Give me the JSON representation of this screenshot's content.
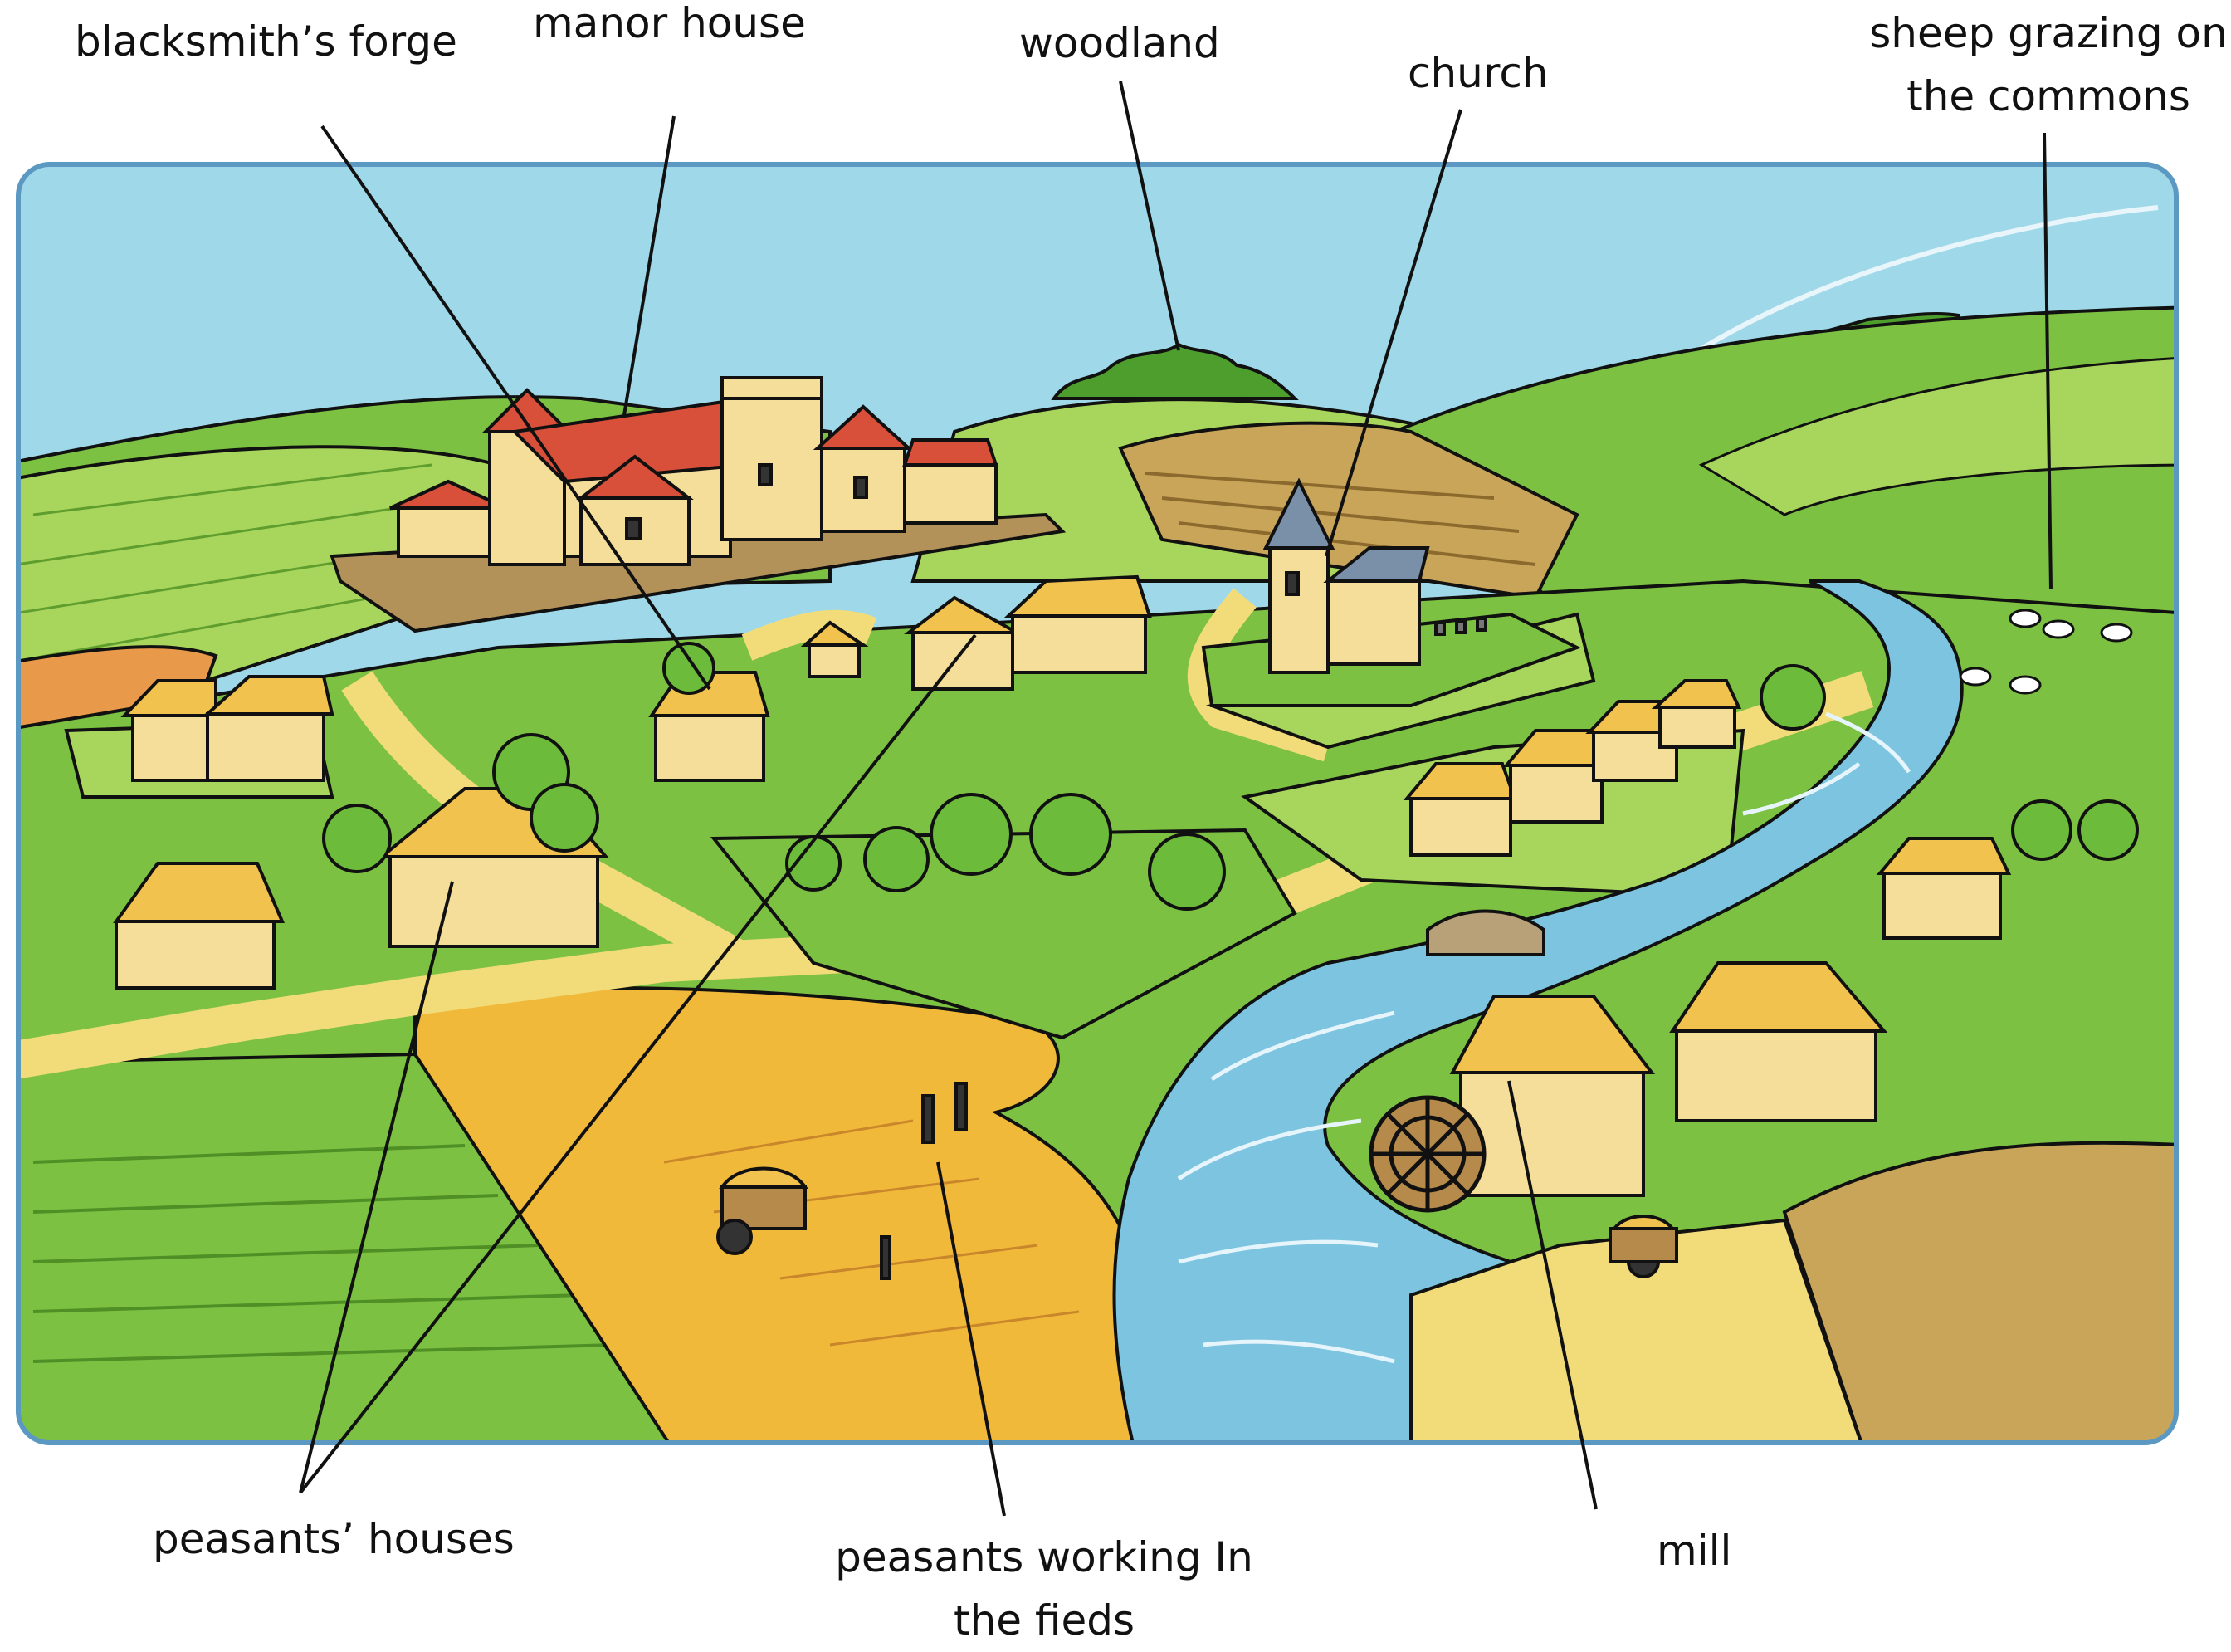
{
  "labels": {
    "blacksmiths_forge": "blacksmith’s forge",
    "manor_house": "manor house",
    "woodland": "woodland",
    "church": "church",
    "sheep_line1": "sheep grazing on",
    "sheep_line2": "the commons",
    "peasants_houses": "peasants’ houses",
    "peasants_working_line1": "peasants working In",
    "peasants_working_line2": "the fieds",
    "mill": "mill"
  },
  "colors": {
    "frame_border": "#5b98c2",
    "sky": "#9fd8e8",
    "field_green": "#7cc142",
    "light_green": "#a8d65c",
    "wheat": "#f0b93a",
    "path_sand": "#f2dc7a",
    "river": "#7cc4df",
    "roof_red": "#d9503a",
    "thatch": "#f2c24f",
    "wall_cream": "#f5dd9a",
    "brown_soil": "#c9a55a",
    "tree": "#6dbb3a",
    "ink": "#111111"
  }
}
